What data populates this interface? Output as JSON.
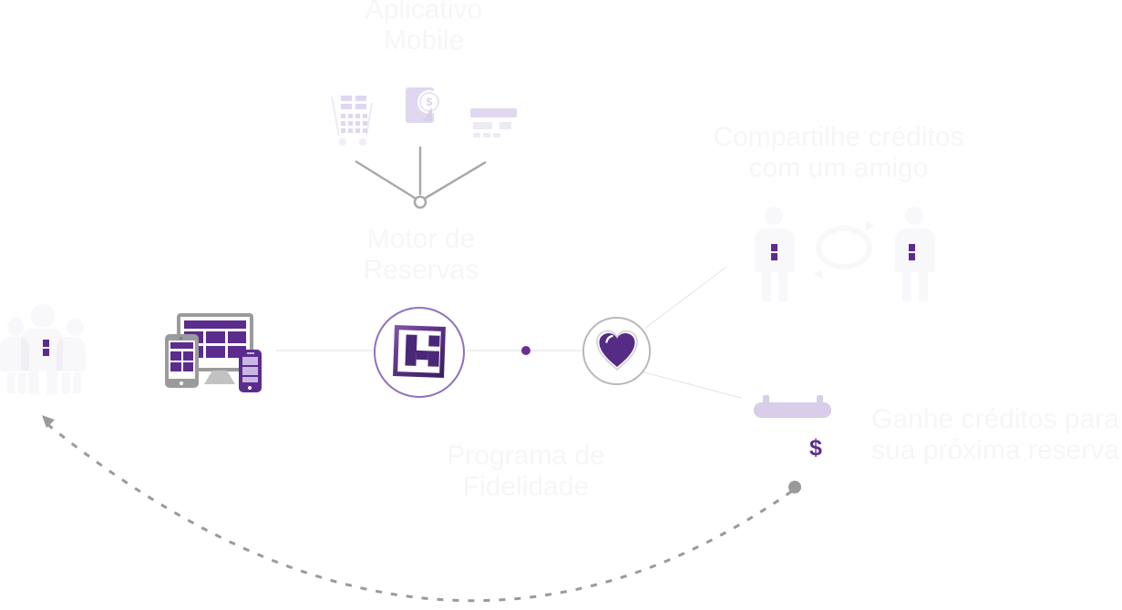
{
  "diagram": {
    "labels": {
      "app_mobile": {
        "line1": "Aplicativo",
        "line2": "Mobile"
      },
      "booking_engine": {
        "line1": "Motor de",
        "line2": "Reservas"
      },
      "share_credits": {
        "line1": "Compartilhe créditos",
        "line2": "com um amigo"
      },
      "loyalty": {
        "line1": "Programa de",
        "line2": "Fidelidade"
      },
      "earn_credits": {
        "line1": "Ganhe créditos para",
        "line2": "sua próxima reserva"
      },
      "dollar_sign": "$"
    },
    "icons": {
      "calendar_cart": "calendar-cart-icon",
      "phone_payment": "phone-payment-icon",
      "credit_card": "credit-card-icon",
      "responsive_devices": "responsive-devices-icon",
      "h_logo": "h-logo-icon",
      "heart": "heart-icon",
      "people_group": "people-group-icon",
      "share_users": "share-users-icon",
      "exchange_arrows": "exchange-arrows-icon",
      "bed": "bed-icon"
    },
    "colors": {
      "accent_purple": "#5b2c8e",
      "deep_purple": "#4a2878",
      "heart_purple": "#552b86",
      "dot_purple": "#6b2f94",
      "lavender": "#e0d7f0",
      "bed_lavender": "#d9cde9",
      "device_gray": "#9b9b9b",
      "dash_gray": "#9a9a9a",
      "ring_gray": "#b9b9b9"
    }
  }
}
